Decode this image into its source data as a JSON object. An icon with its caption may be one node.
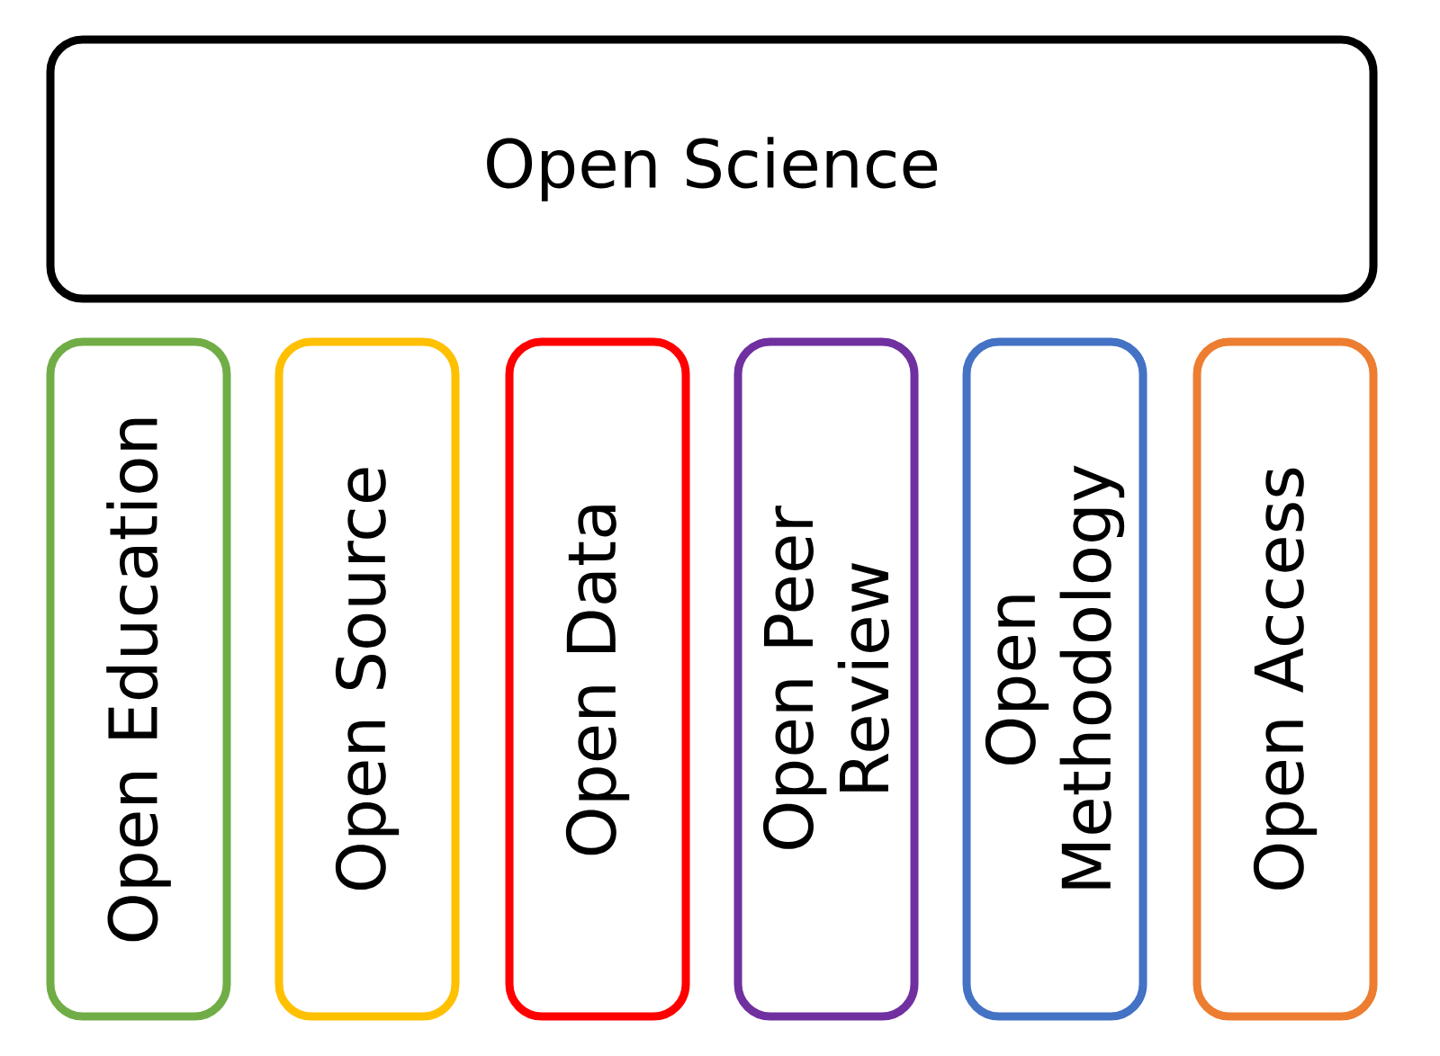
{
  "diagram": {
    "nodes": [
      {
        "text": [
          "Open Science"
        ]
      },
      {
        "text": [
          "Open Education"
        ]
      },
      {
        "text": [
          "Open Source"
        ]
      },
      {
        "text": [
          "Open Data"
        ]
      },
      {
        "text": [
          "Open Peer Review"
        ]
      },
      {
        "text": [
          "Open Methodology"
        ]
      },
      {
        "text": [
          "Open Access"
        ]
      }
    ]
  }
}
